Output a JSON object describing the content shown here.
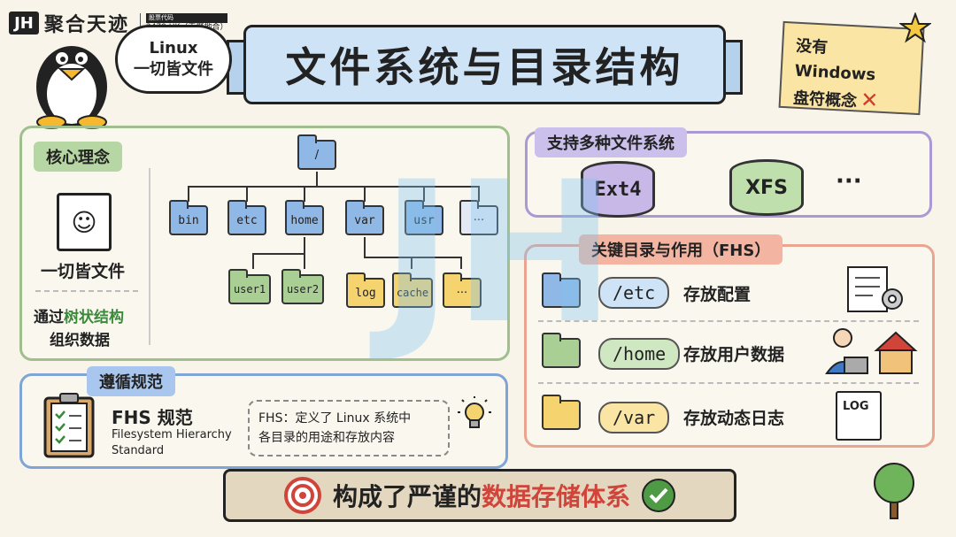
{
  "logo": {
    "mark": "JH",
    "name": "聚合天迹",
    "tag": "股票代码",
    "code": "2479.HK（天聚地合）"
  },
  "title": "文件系统与目录结构",
  "bubble": {
    "line1": "Linux",
    "line2": "一切皆文件"
  },
  "sticky": {
    "line1": "没有 Windows",
    "line2": "盘符概念"
  },
  "core": {
    "label": "核心理念",
    "doc_caption": "一切皆文件",
    "tree_caption_prefix": "通过",
    "tree_caption_highlight": "树状结构",
    "tree_caption_line2": "组织数据",
    "root": "/",
    "level1": [
      "bin",
      "etc",
      "home",
      "var",
      "usr",
      "···"
    ],
    "home_children": [
      "user1",
      "user2"
    ],
    "var_children": [
      "log",
      "cache",
      "···"
    ]
  },
  "standard": {
    "label": "遵循规范",
    "fhs_title": "FHS 规范",
    "fhs_full1": "Filesystem Hierarchy",
    "fhs_full2": "Standard",
    "note_line1": "FHS：定义了 Linux 系统中",
    "note_line2": "各目录的用途和存放内容"
  },
  "fs": {
    "label": "支持多种文件系统",
    "items": [
      "Ext4",
      "XFS"
    ],
    "more": "···"
  },
  "dirs": {
    "label": "关键目录与作用（FHS）",
    "rows": [
      {
        "path": "/etc",
        "desc": "存放配置"
      },
      {
        "path": "/home",
        "desc": "存放用户数据"
      },
      {
        "path": "/var",
        "desc": "存放动态日志"
      }
    ],
    "log_icon_text": "LOG"
  },
  "bottom": {
    "prefix": "构成了严谨的",
    "highlight": "数据存储体系"
  },
  "colors": {
    "accent_red": "#d0443a",
    "highlight_green": "#3b8a3b"
  }
}
